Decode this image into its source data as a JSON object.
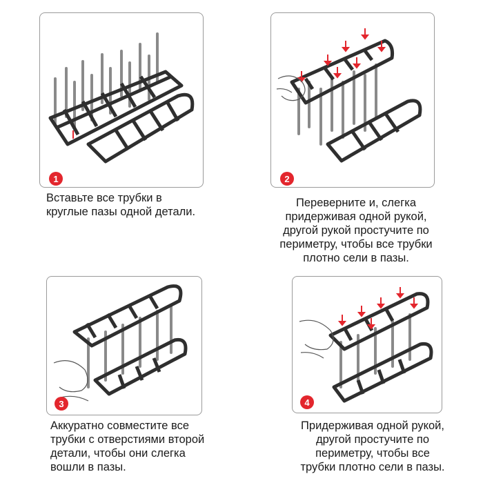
{
  "colors": {
    "accent": "#e3262d",
    "frame": "#2f2f2f",
    "border": "#9a9a9a"
  },
  "steps": [
    {
      "number": "1",
      "caption": [
        "Вставьте все трубки в",
        "круглые пазы одной детали."
      ]
    },
    {
      "number": "2",
      "caption": [
        "Переверните и, слегка",
        "придерживая одной рукой,",
        "другой рукой простучите по",
        "периметру, чтобы все трубки",
        "плотно сели в пазы."
      ]
    },
    {
      "number": "3",
      "caption": [
        "Аккуратно совместите все",
        "трубки с отверстиями второй",
        "детали, чтобы они слегка",
        "вошли в пазы."
      ]
    },
    {
      "number": "4",
      "caption": [
        "Придерживая одной рукой,",
        "другой простучите по",
        "периметру, чтобы все",
        "трубки плотно сели в пазы."
      ]
    }
  ]
}
